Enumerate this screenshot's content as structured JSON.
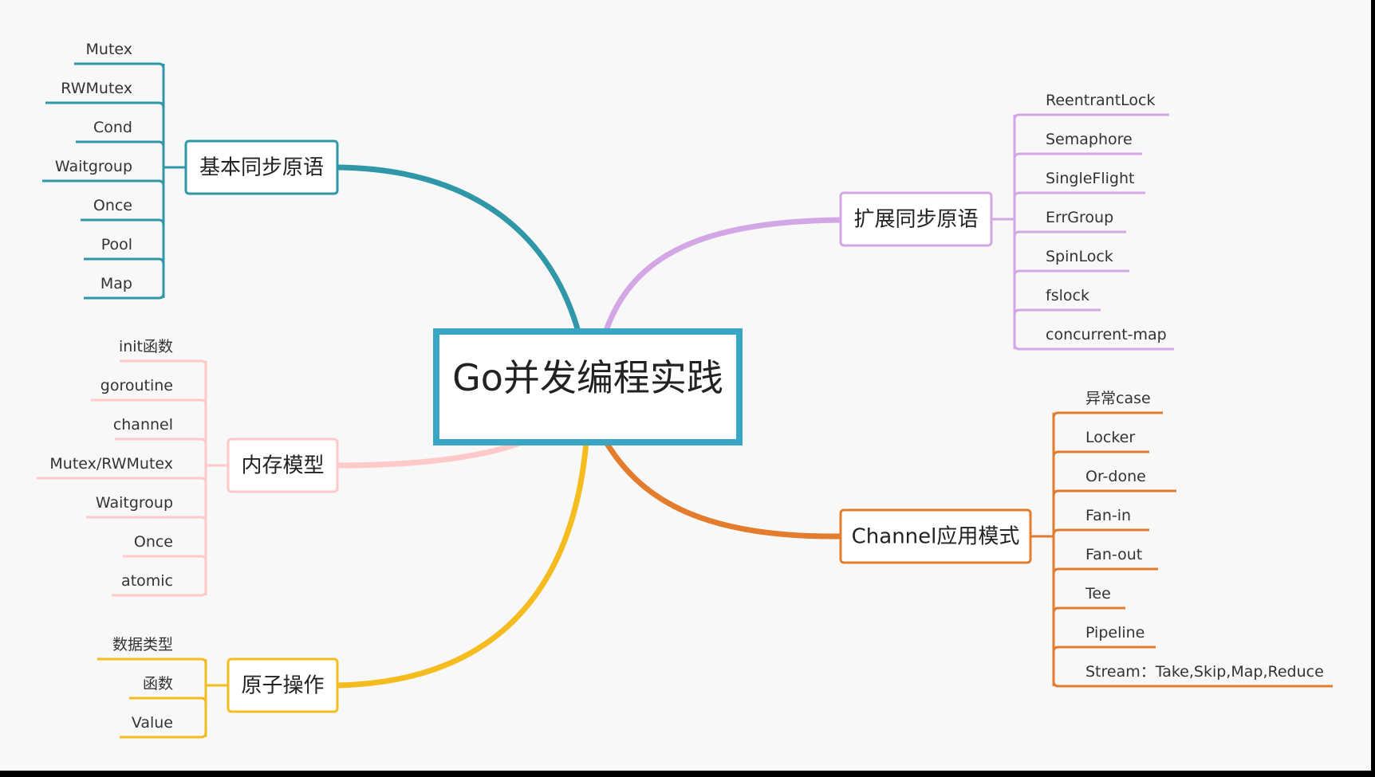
{
  "central": {
    "title": "Go并发编程实践",
    "color": "#3aa6c6"
  },
  "branches": [
    {
      "id": "basic",
      "label": "基本同步原语",
      "color": "#2f97a8",
      "side": "left",
      "items": [
        "Mutex",
        "RWMutex",
        "Cond",
        "Waitgroup",
        "Once",
        "Pool",
        "Map"
      ]
    },
    {
      "id": "memory",
      "label": "内存模型",
      "color": "#ffc9c9",
      "side": "left",
      "items": [
        "init函数",
        "goroutine",
        "channel",
        "Mutex/RWMutex",
        "Waitgroup",
        "Once",
        "atomic"
      ]
    },
    {
      "id": "atomic",
      "label": "原子操作",
      "color": "#f5bc1f",
      "side": "left",
      "items": [
        "数据类型",
        "函数",
        "Value"
      ]
    },
    {
      "id": "extended",
      "label": "扩展同步原语",
      "color": "#d3a6e6",
      "side": "right",
      "items": [
        "ReentrantLock",
        "Semaphore",
        "SingleFlight",
        "ErrGroup",
        "SpinLock",
        "fslock",
        "concurrent-map"
      ]
    },
    {
      "id": "channel",
      "label": "Channel应用模式",
      "color": "#e37c2c",
      "side": "right",
      "items": [
        "异常case",
        "Locker",
        "Or-done",
        "Fan-in",
        "Fan-out",
        "Tee",
        "Pipeline",
        "Stream：Take,Skip,Map,Reduce"
      ]
    }
  ]
}
